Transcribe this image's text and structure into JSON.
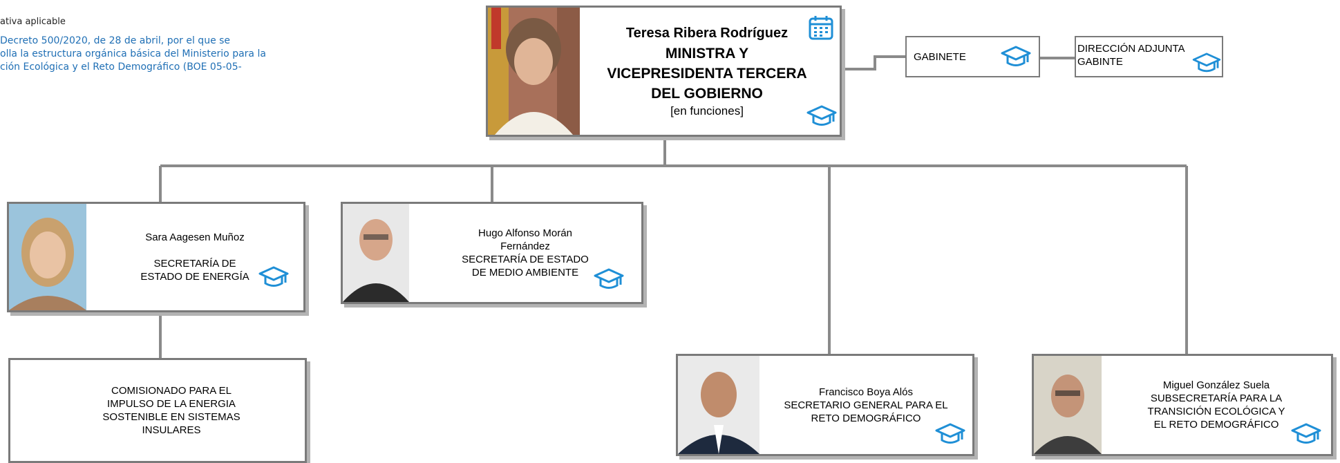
{
  "legal": {
    "title": "ativa aplicable",
    "lines": [
      "Decreto 500/2020, de 28 de abril, por el que se",
      "olla la estructura orgánica básica del Ministerio para la",
      "ción Ecológica y el Reto Demográfico (BOE 05-05-"
    ]
  },
  "minister": {
    "name": "Teresa Ribera Rodríguez",
    "title_lines": [
      "MINISTRA Y",
      "VICEPRESIDENTA TERCERA",
      "DEL GOBIERNO"
    ],
    "status": "[en funciones]"
  },
  "gabinete": {
    "label": "GABINETE"
  },
  "direccion_adjunta": {
    "lines": [
      "DIRECCIÓN ADJUNTA",
      "GABINTE"
    ]
  },
  "units": [
    {
      "name": "Sara Aagesen Muñoz",
      "title_lines": [
        "SECRETARÍA DE",
        "ESTADO DE ENERGÍA"
      ]
    },
    {
      "name_lines": [
        "Hugo Alfonso Morán",
        "Fernández"
      ],
      "title_lines": [
        "SECRETARÍA DE ESTADO",
        "DE MEDIO AMBIENTE"
      ]
    },
    {
      "name": "Francisco Boya Alós",
      "title_lines": [
        "SECRETARIO GENERAL PARA EL",
        "RETO DEMOGRÁFICO"
      ]
    },
    {
      "name": "Miguel González Suela",
      "title_lines": [
        "SUBSECRETARÍA PARA LA",
        "TRANSICIÓN ECOLÓGICA Y",
        "EL RETO DEMOGRÁFICO"
      ]
    }
  ],
  "comisionado": {
    "lines": [
      "COMISIONADO PARA EL",
      "IMPULSO DE LA ENERGIA",
      "SOSTENIBLE EN SISTEMAS",
      "INSULARES"
    ]
  },
  "colors": {
    "accent": "#1f8fd6",
    "box_border": "#7a7a7a",
    "line": "#8a8a8a",
    "legal_text": "#1f6fb5"
  },
  "icons": {
    "cv": "graduation-cap-icon",
    "agenda": "calendar-icon"
  }
}
